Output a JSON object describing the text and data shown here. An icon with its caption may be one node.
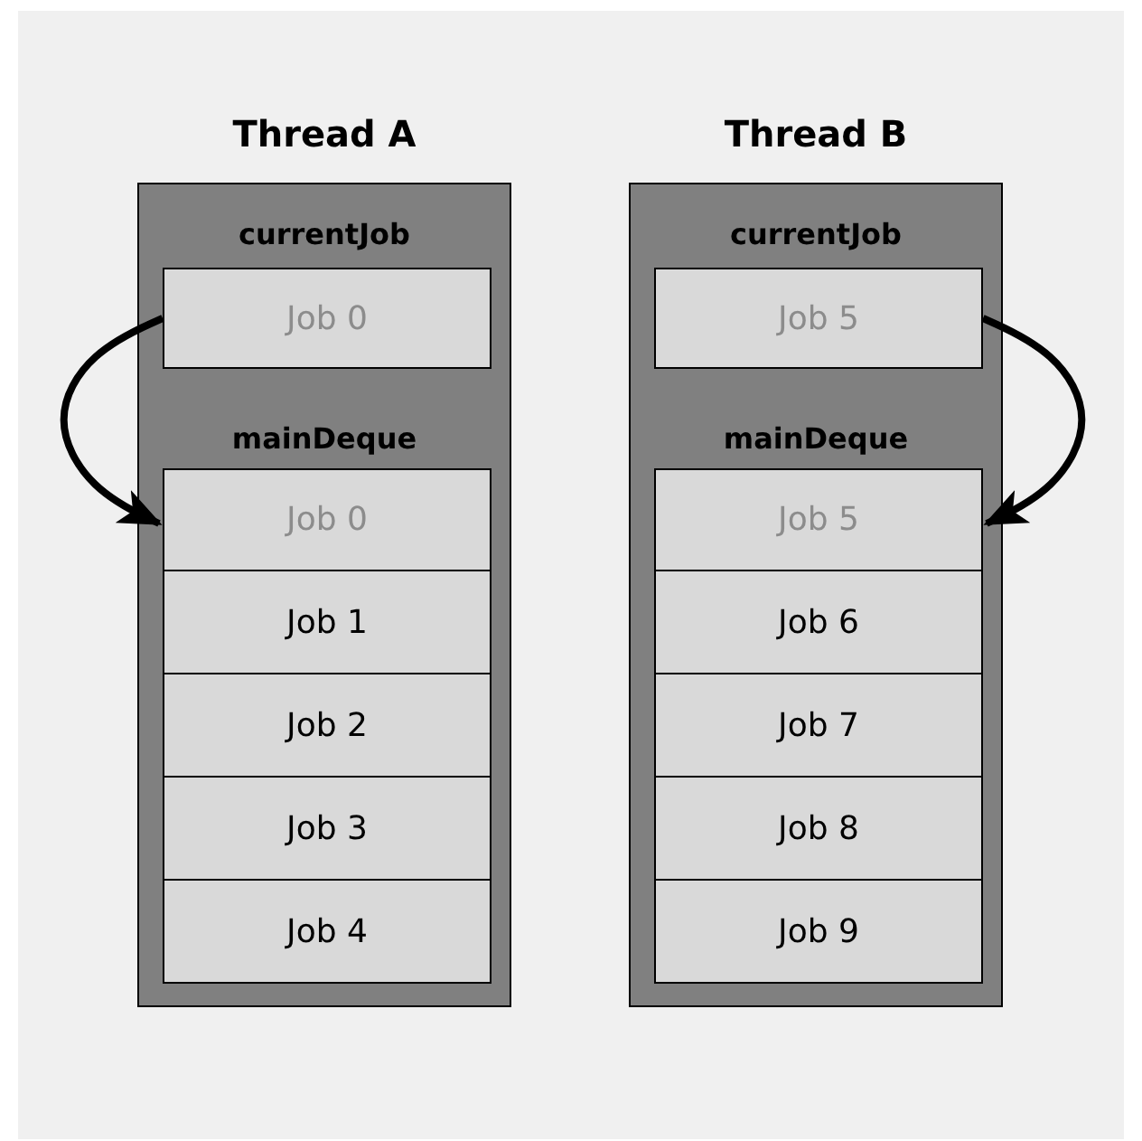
{
  "diagram": {
    "nodes": [
      {
        "text": [
          "Thread A",
          "currentJob",
          "mainDeque"
        ]
      },
      {
        "text": [
          "Job 0"
        ],
        "in": 0
      },
      {
        "text": [
          "Job 0"
        ],
        "in": 0
      },
      {
        "text": [
          "Job 1"
        ],
        "in": 0
      },
      {
        "text": [
          "Job 2"
        ],
        "in": 0
      },
      {
        "text": [
          "Job 3"
        ],
        "in": 0
      },
      {
        "text": [
          "Job 4"
        ],
        "in": 0
      },
      {
        "text": [
          "Thread B",
          "currentJob",
          "mainDeque"
        ]
      },
      {
        "text": [
          "Job 5"
        ],
        "in": 7
      },
      {
        "text": [
          "Job 5"
        ],
        "in": 7
      },
      {
        "text": [
          "Job 6"
        ],
        "in": 7
      },
      {
        "text": [
          "Job 7"
        ],
        "in": 7
      },
      {
        "text": [
          "Job 8"
        ],
        "in": 7
      },
      {
        "text": [
          "Job 9"
        ],
        "in": 7
      }
    ],
    "edges": [
      {
        "from": 1,
        "to": 2,
        "arrow": "to"
      },
      {
        "from": 8,
        "to": 9,
        "arrow": "to"
      }
    ]
  }
}
